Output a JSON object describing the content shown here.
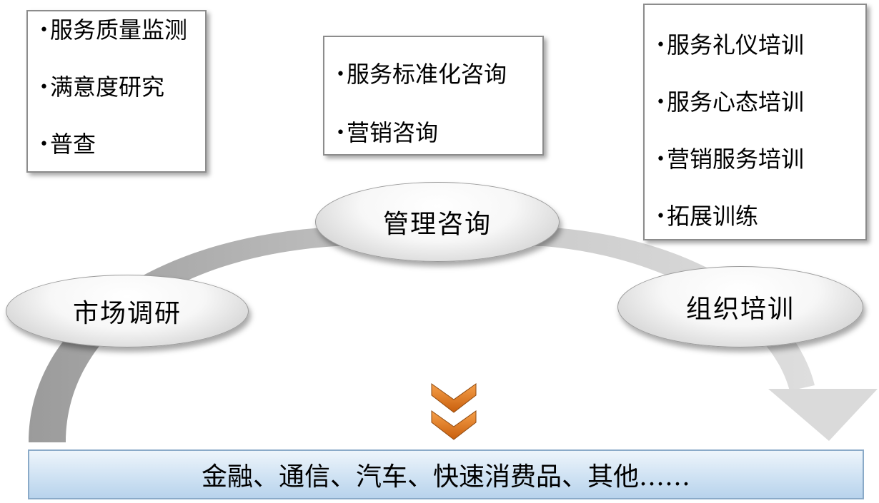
{
  "left_box": {
    "items": [
      "服务质量监测",
      "满意度研究",
      "普查"
    ]
  },
  "middle_box": {
    "items": [
      "服务标准化咨询",
      "营销咨询"
    ]
  },
  "right_box": {
    "items": [
      "服务礼仪培训",
      "服务心态培训",
      "营销服务培训",
      "拓展训练"
    ]
  },
  "nodes": {
    "research": "市场调研",
    "management": "管理咨询",
    "training": "组织培训"
  },
  "industries": "金融、通信、汽车、快速消费品、其他……",
  "colors": {
    "arc_dark": "#9d9d9d",
    "arc_light": "#d9d9d9",
    "chevron": "#e07a1f",
    "bar": "#c6dbef"
  }
}
